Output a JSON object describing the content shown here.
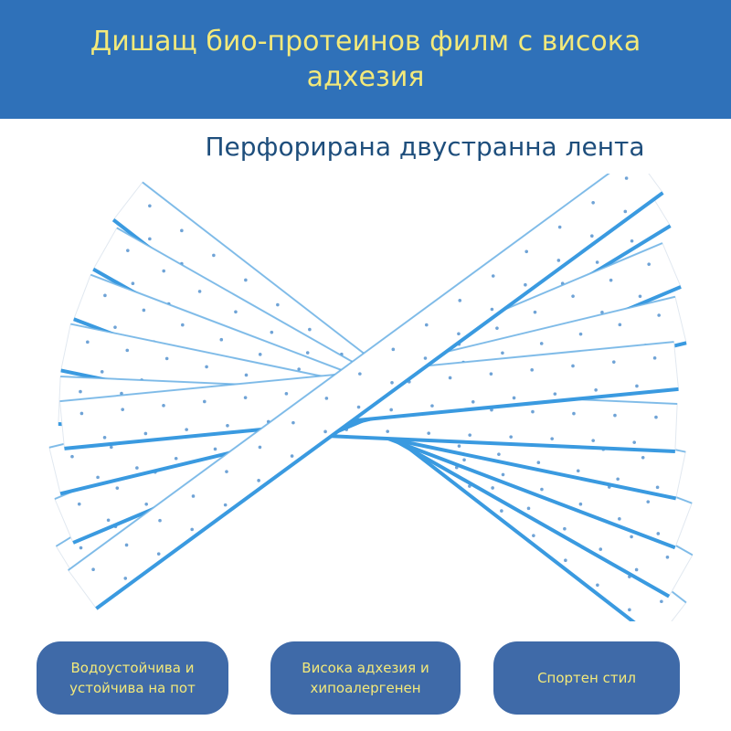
{
  "header": {
    "title": "Дишащ био-протеинов филм с висока адхезия",
    "background_color": "#2f71b9",
    "text_color": "#f3e97a"
  },
  "subtitle": "Перфорирана двустранна лента",
  "product_image": {
    "icon": "perforated-tape-strips-icon",
    "tape_color": "#ffffff",
    "edge_color": "#3a9ae0",
    "hole_color": "#6fa3d6"
  },
  "features": [
    {
      "label": "Водоустойчива и устойчива на пот"
    },
    {
      "label": "Висока адхезия и хипоалергенен"
    },
    {
      "label": "Спортен стил"
    }
  ]
}
